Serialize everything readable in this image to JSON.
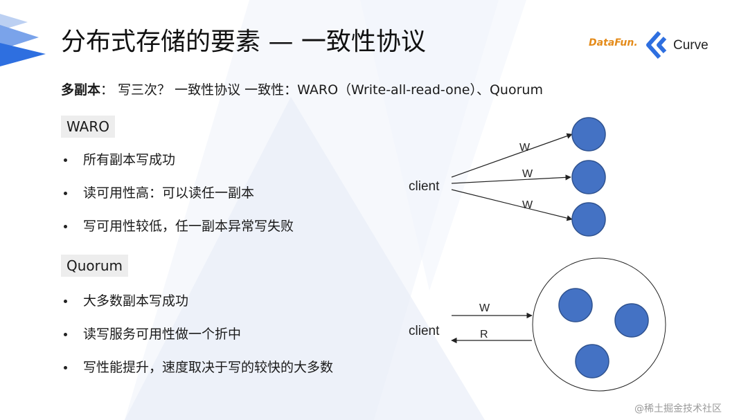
{
  "slide": {
    "title": "分布式存储的要素 — 一致性协议",
    "subtitle": {
      "label": "多副本",
      "rest": "：  写三次？  一致性协议     一致性：WARO（Write-all-read-one）、Quorum"
    }
  },
  "logos": {
    "datafun": "DataFun.",
    "curve": "Curve"
  },
  "sections": [
    {
      "tag": "WARO",
      "bullets": [
        "所有副本写成功",
        "读可用性高：可以读任一副本",
        "写可用性较低，任一副本异常写失败"
      ]
    },
    {
      "tag": "Quorum",
      "bullets": [
        "大多数副本写成功",
        "读写服务可用性做一个折中",
        "写性能提升，速度取决于写的较快的大多数"
      ]
    }
  ],
  "diagrams": {
    "waro": {
      "client_label": "client",
      "edge_labels": [
        "W",
        "W",
        "W"
      ],
      "replica_count": 3
    },
    "quorum": {
      "client_label": "client",
      "write_label": "W",
      "read_label": "R",
      "replica_count": 3
    }
  },
  "colors": {
    "node_fill": "#4472c4",
    "node_stroke": "#2f528f",
    "accent_blue": "#2e6fe0"
  },
  "watermark": "@稀土掘金技术社区"
}
